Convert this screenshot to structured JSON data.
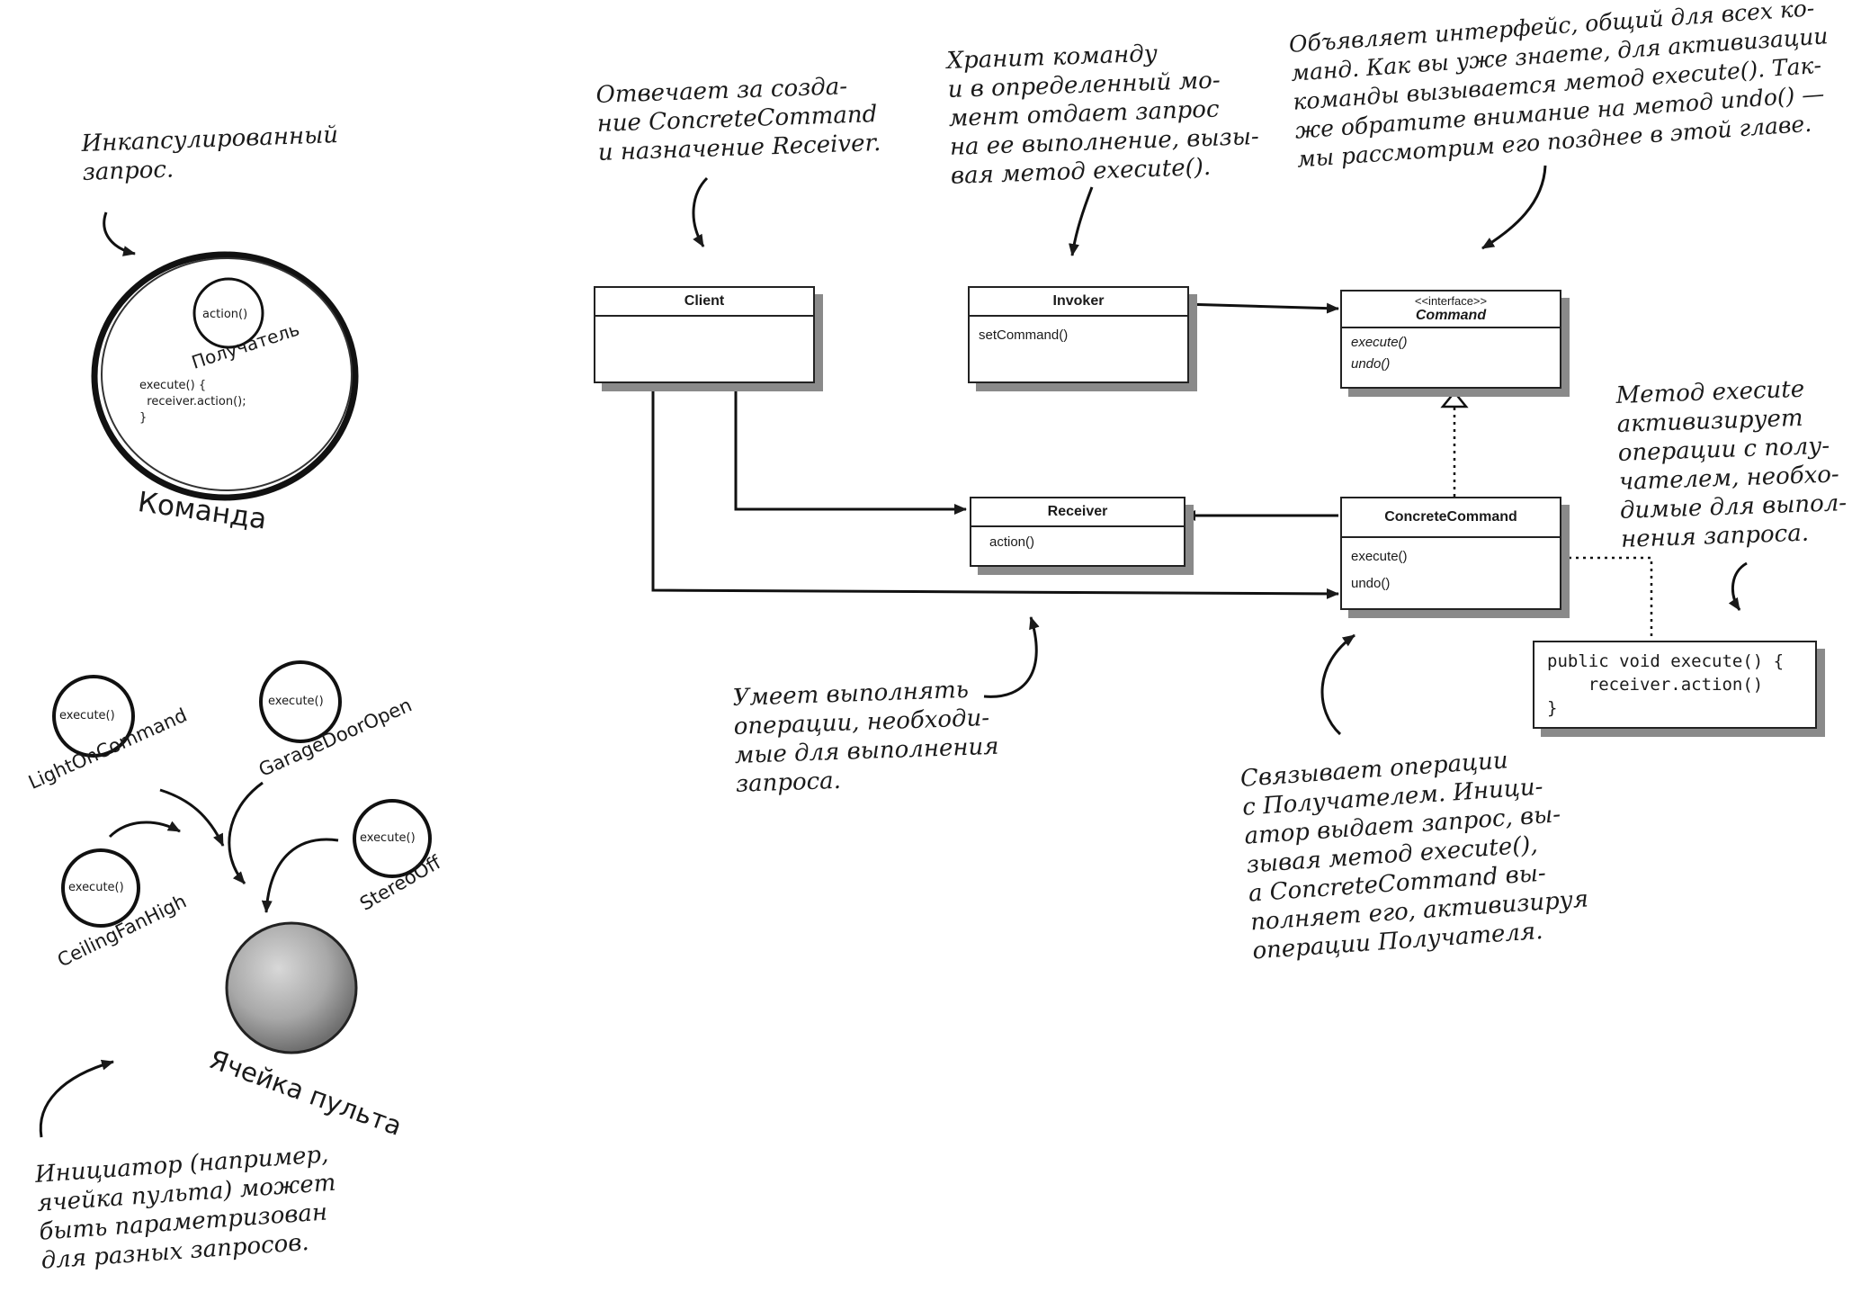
{
  "notes": {
    "encapsulated": "Инкапсулированный\nзапрос.",
    "client": "Отвечает за созда-\nние ConcreteCommand\nи назначение Receiver.",
    "invoker": "Хранит команду\nи в определенный мо-\nмент отдает запрос\nна ее выполнение, вызы-\nвая метод execute().",
    "command": "Объявляет интерфейс, общий для всех ко-\nманд. Как вы уже знаете, для активизации\nкоманды вызывается метод execute(). Так-\nже обратите внимание на метод undo() —\nмы рассмотрим его позднее в этой главе.",
    "execute": "Метод execute\nактивизирует\nоперации с полу-\nчателем, необхо-\nдимые для выпол-\nнения запроса.",
    "receiver": "Умеет выполнять\nоперации, необходи-\nмые для выполнения\nзапроса.",
    "concrete": "Связывает операции\nс Получателем. Иници-\nатор выдает запрос, вы-\nзывая метод execute(),\nа ConcreteCommand вы-\nполняет его, активизируя\nоперации Получателя.",
    "invoker_param": "Инициатор (например,\nячейка пульта) может\nбыть параметризован\nдля разных запросов."
  },
  "command_object": {
    "label": "Команда",
    "receiver_label": "Получатель",
    "action": "action()",
    "code": "execute() {\n  receiver.action();\n}"
  },
  "commands": [
    {
      "method": "execute()",
      "name": "LightOnCommand"
    },
    {
      "method": "execute()",
      "name": "GarageDoorOpen"
    },
    {
      "method": "execute()",
      "name": "StereoOff"
    },
    {
      "method": "execute()",
      "name": "CeilingFanHigh"
    }
  ],
  "slot_label": "Ячейка пульта",
  "uml": {
    "client": {
      "name": "Client"
    },
    "invoker": {
      "name": "Invoker",
      "ops": [
        "setCommand()"
      ]
    },
    "command": {
      "stereotype": "<<interface>>",
      "name": "Command",
      "ops": [
        "execute()",
        "undo()"
      ]
    },
    "receiver": {
      "name": "Receiver",
      "ops": [
        "action()"
      ]
    },
    "concrete": {
      "name": "ConcreteCommand",
      "ops": [
        "execute()",
        "undo()"
      ]
    }
  },
  "code_box": "public void execute() {\n    receiver.action()\n}"
}
